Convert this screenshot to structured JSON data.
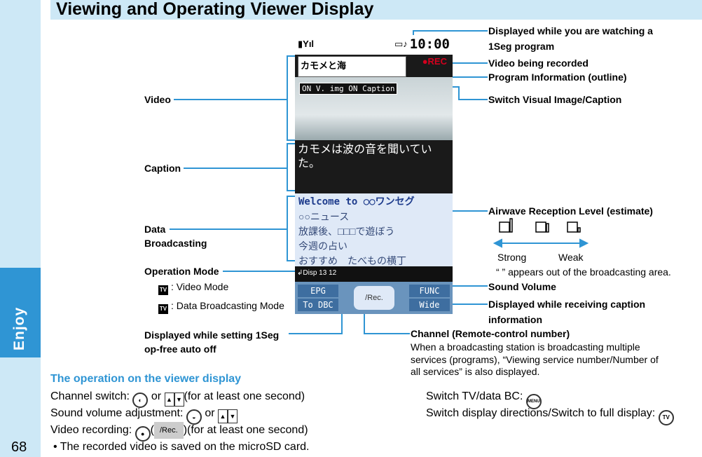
{
  "sidebar": {
    "section": "Enjoy",
    "page_number": "68"
  },
  "header": {
    "title": "Viewing and Operating Viewer Display"
  },
  "phone": {
    "clock": "10:00",
    "rec": "●REC",
    "program_title": "カモメと海",
    "visual_toggle": "ON V. img  ON Caption",
    "caption_text": "カモメは波の音を聞いていた。",
    "data_broadcast_lines": [
      "Welcome to ○○ワンセグ",
      "○○ニュース",
      "放課後、□□□で遊ぼう",
      "今週の占い",
      "おすすめ　たべもの横丁"
    ],
    "op_bar": "↲Disp  13  12",
    "keys": {
      "epg": "EPG",
      "func": "FUNC",
      "to_dbc": "To DBC",
      "wide": "Wide",
      "center": "/Rec."
    }
  },
  "labels_left": {
    "video": "Video",
    "caption": "Caption",
    "data_broadcasting_1": "Data",
    "data_broadcasting_2": "Broadcasting",
    "operation_mode": "Operation Mode",
    "video_mode": ": Video Mode",
    "data_mode": ": Data Broadcasting Mode",
    "op_free_1": "Displayed while setting 1Seg",
    "op_free_2": "op-free auto off"
  },
  "labels_right": {
    "watching_1": "Displayed while you are watching a",
    "watching_2": "1Seg program",
    "recording": "Video being recorded",
    "program_info": "Program Information (outline)",
    "switch_visual": "Switch Visual Image/Caption",
    "airwave": "Airwave Reception Level (estimate)",
    "strong": "Strong",
    "weak": "Weak",
    "out_of_area": "“ ” appears out of the broadcasting area.",
    "sound_volume": "Sound Volume",
    "caption_info_1": "Displayed while receiving caption",
    "caption_info_2": "information",
    "channel_title": "Channel (Remote-control number)",
    "channel_note_1": "When a broadcasting station is broadcasting multiple",
    "channel_note_2": "services (programs), “Viewing service number/Number of",
    "channel_note_3": "all services” is also displayed."
  },
  "operations": {
    "title": "The operation on the viewer display",
    "channel_switch_a": "Channel switch: ",
    "channel_switch_or": " or ",
    "channel_switch_b": "(for at least one second)",
    "sound_adj_a": "Sound volume adjustment: ",
    "sound_adj_or": " or ",
    "video_rec_a": "Video recording: ",
    "video_rec_b": "(",
    "video_rec_key": "/Rec.",
    "video_rec_c": ")(for at least one second)",
    "bullet": "• The recorded video is saved on the microSD card.",
    "switch_tv": "Switch TV/data BC: ",
    "menu_key": "MENU",
    "switch_display": "Switch display directions/Switch to full display: ",
    "tv_key": "TV"
  }
}
